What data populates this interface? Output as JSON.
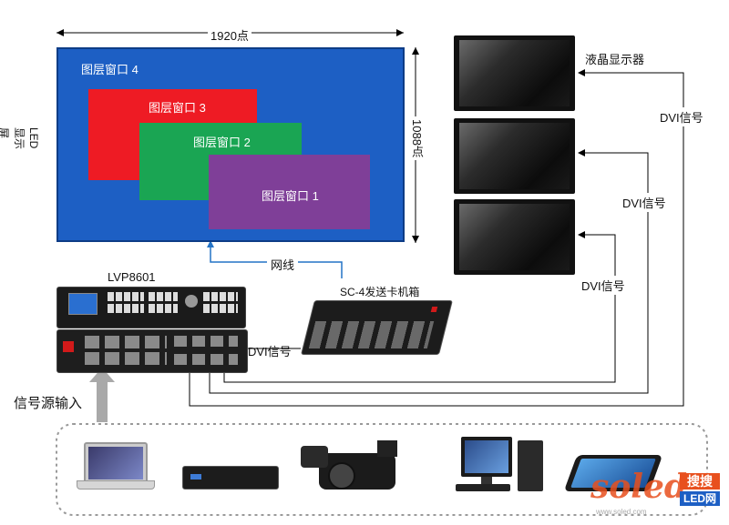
{
  "led": {
    "width_label": "1920点",
    "height_label": "1088点",
    "side_label": "LED\n显示屏",
    "windows": [
      {
        "label": "图层窗口 4",
        "color": "#1d5fc4"
      },
      {
        "label": "图层窗口 3",
        "color": "#ee1b24"
      },
      {
        "label": "图层窗口 2",
        "color": "#1aa553"
      },
      {
        "label": "图层窗口 1",
        "color": "#7f3f98"
      }
    ]
  },
  "monitors": {
    "label": "液晶显示器"
  },
  "links": {
    "network": "网线",
    "dvi_1": "DVI信号",
    "dvi_2": "DVI信号",
    "dvi_3": "DVI信号",
    "dvi_4": "DVI信号"
  },
  "devices": {
    "processor": "LVP8601",
    "sender": "SC-4发送卡机箱",
    "input": "信号源输入"
  },
  "watermark": {
    "brand_a": "soled",
    "brand_b": "搜搜",
    "brand_c": "LED网",
    "url": "www.soled.com"
  }
}
